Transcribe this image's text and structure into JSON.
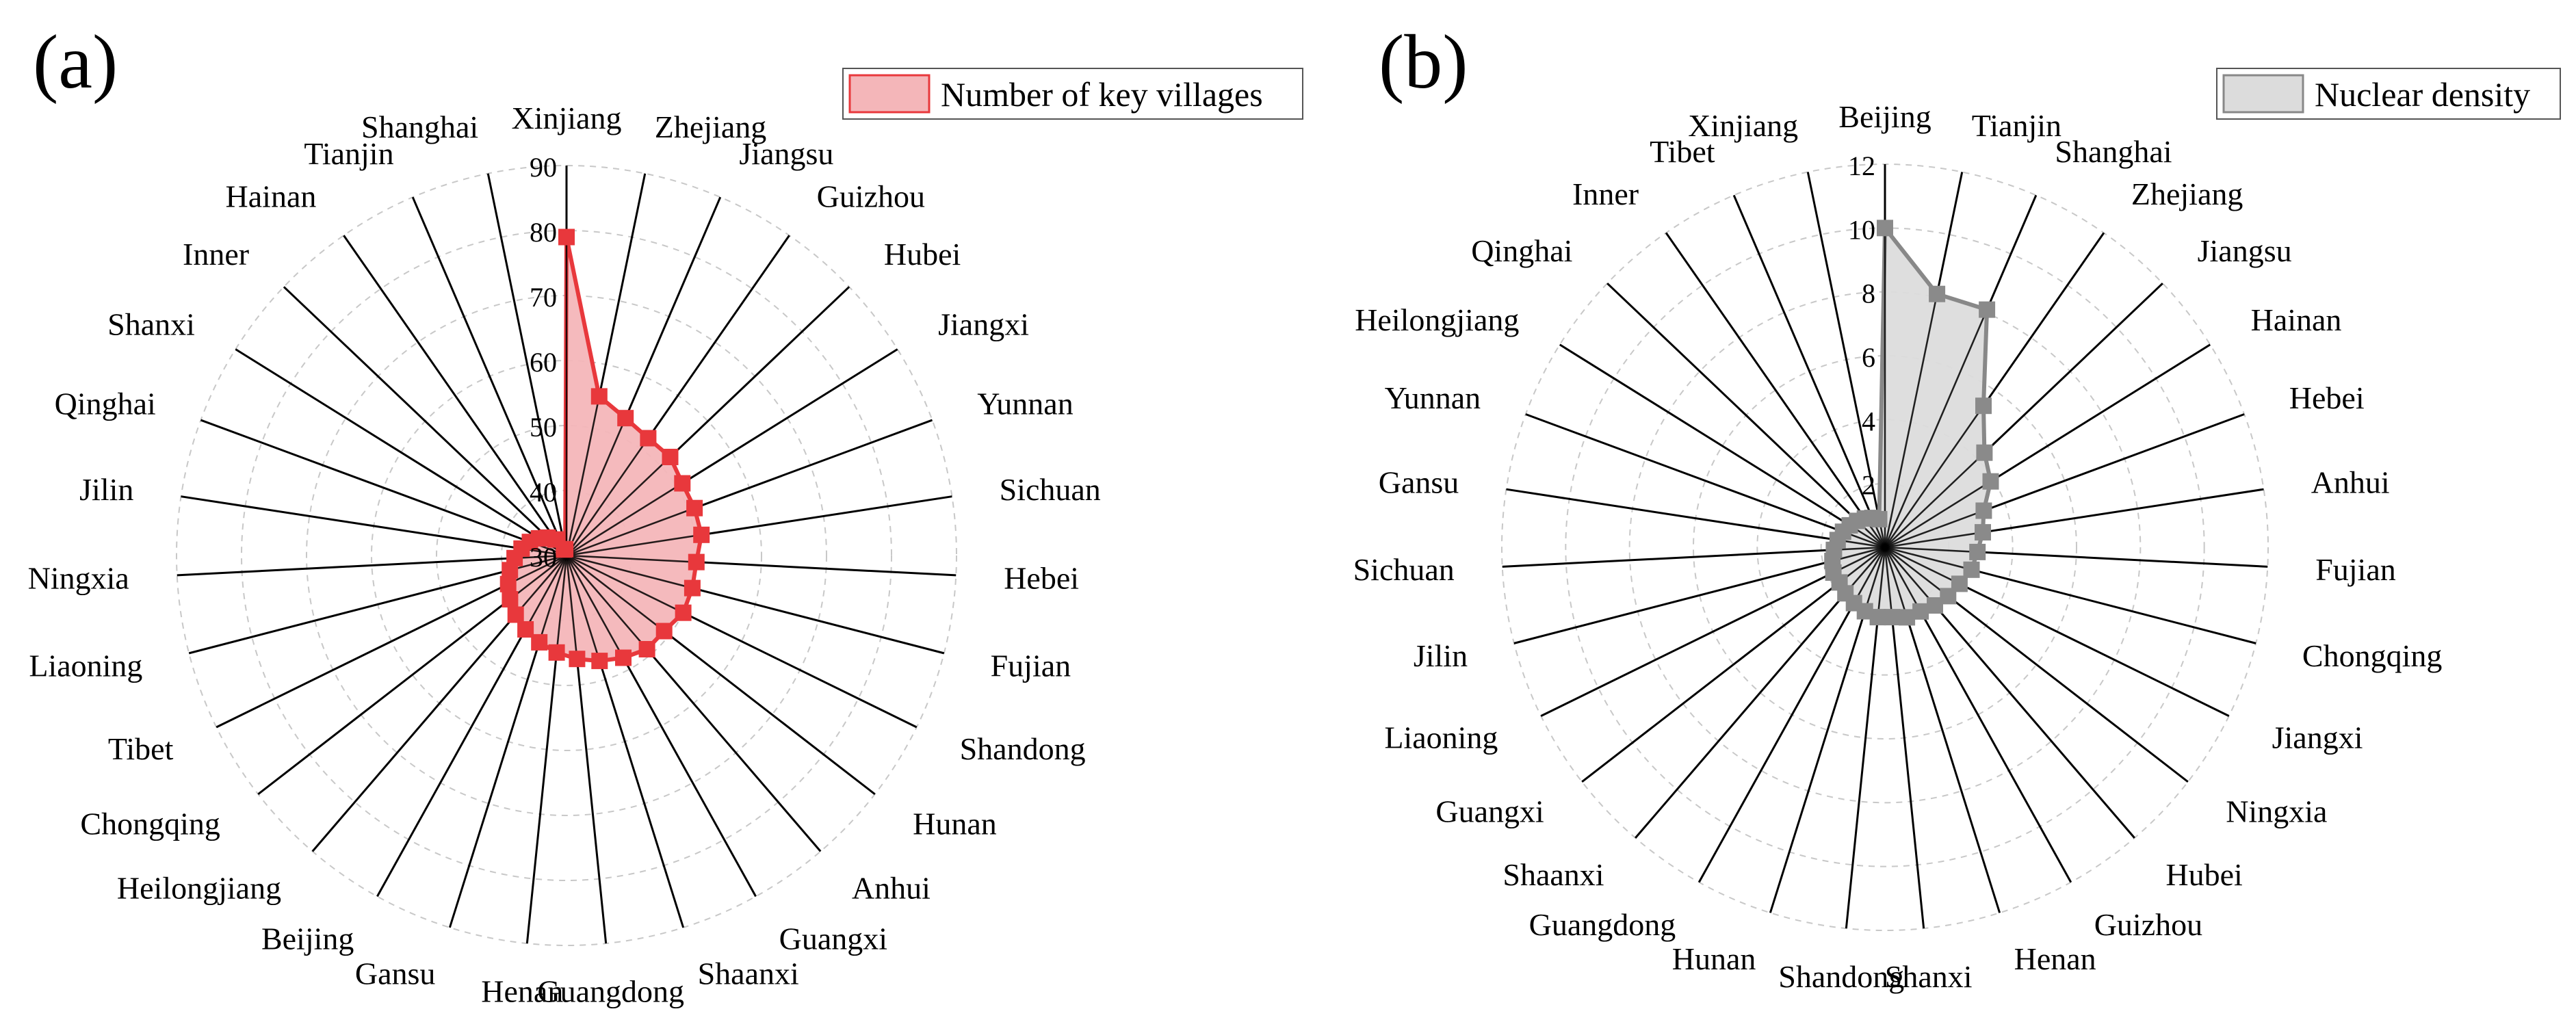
{
  "colors": {
    "spoke": "#000000",
    "ring": "#c8c8c8",
    "panel_a_line": "#e8383c",
    "panel_a_fill": "#f4b6b9",
    "panel_a_marker": "#e8383c",
    "panel_b_line": "#888888",
    "panel_b_fill": "#dcdcdc",
    "panel_b_marker": "#8a8a8a"
  },
  "chart_data": [
    {
      "type": "radar",
      "panel_label": "(a)",
      "legend": "Number of key villages",
      "legend_position": "top-right",
      "rmin": 30,
      "rmax": 90,
      "ticks": [
        30,
        40,
        50,
        60,
        70,
        80,
        90
      ],
      "tick_labels": [
        "30",
        "40",
        "50",
        "60",
        "70",
        "80",
        "90"
      ],
      "categories": [
        "Xinjiang",
        "Zhejiang",
        "Jiangsu",
        "Guizhou",
        "Hubei",
        "Jiangxi",
        "Yunnan",
        "Sichuan",
        "Hebei",
        "Fujian",
        "Shandong",
        "Hunan",
        "Anhui",
        "Guangxi",
        "Shaanxi",
        "Guangdong",
        "Henan",
        "Gansu",
        "Beijing",
        "Heilongjiang",
        "Chongqing",
        "Tibet",
        "Liaoning",
        "Ningxia",
        "Jilin",
        "Qinghai",
        "Shanxi",
        "Inner",
        "Hainan",
        "Tianjin",
        "Shanghai"
      ],
      "values": [
        79,
        55,
        53,
        52,
        52,
        51,
        51,
        51,
        50,
        50,
        50,
        49,
        49,
        48,
        47,
        46,
        45,
        44,
        43,
        42,
        41,
        40,
        39,
        38,
        37,
        36,
        35,
        34,
        33,
        31,
        31
      ]
    },
    {
      "type": "radar",
      "panel_label": "(b)",
      "legend": "Nuclear density",
      "legend_position": "top-right",
      "rmin": 0,
      "rmax": 12,
      "ticks": [
        0,
        2,
        4,
        6,
        8,
        10,
        12
      ],
      "tick_labels": [
        "",
        "2",
        "4",
        "6",
        "8",
        "10",
        "12"
      ],
      "categories": [
        "Beijing",
        "Tianjin",
        "Shanghai",
        "Zhejiang",
        "Jiangsu",
        "Hainan",
        "Hebei",
        "Anhui",
        "Fujian",
        "Chongqing",
        "Jiangxi",
        "Ningxia",
        "Hubei",
        "Guizhou",
        "Henan",
        "Shanxi",
        "Shandong",
        "Hunan",
        "Guangdong",
        "Shaanxi",
        "Guangxi",
        "Liaoning",
        "Jilin",
        "Sichuan",
        "Gansu",
        "Yunnan",
        "Heilongjiang",
        "Qinghai",
        "Inner",
        "Tibet",
        "Xinjiang"
      ],
      "values": [
        10,
        8.1,
        8.1,
        5.4,
        4.3,
        3.9,
        3.3,
        3.1,
        2.9,
        2.8,
        2.6,
        2.5,
        2.4,
        2.3,
        2.3,
        2.2,
        2.2,
        2.1,
        2.0,
        1.9,
        1.8,
        1.8,
        1.7,
        1.6,
        1.5,
        1.4,
        1.3,
        1.2,
        1.1,
        1.0,
        0.9
      ]
    }
  ]
}
